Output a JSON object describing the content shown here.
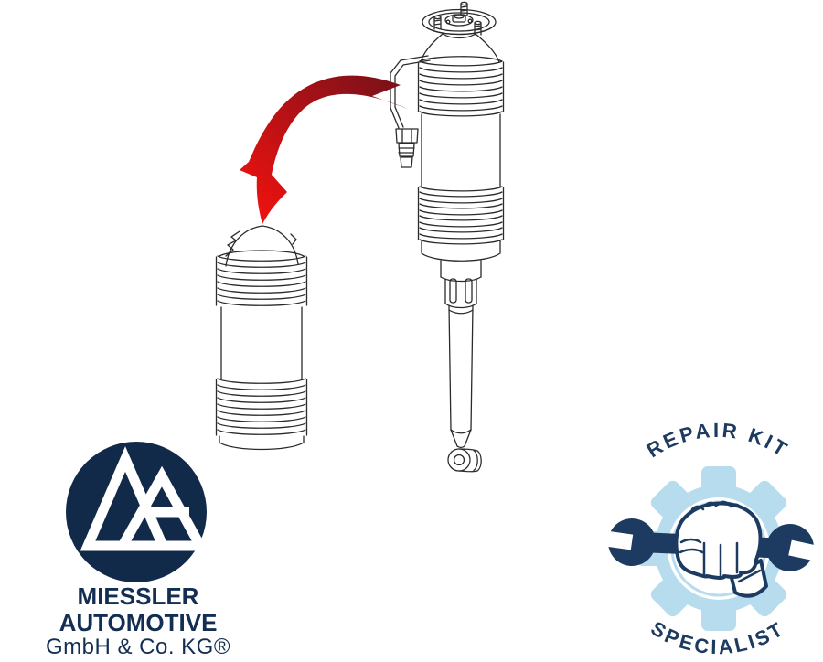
{
  "page": {
    "background": "#ffffff"
  },
  "logo": {
    "company_name": "MIESSLER AUTOMOTIVE",
    "company_suffix": "GmbH & Co. KG®",
    "circle_color": "#122a4a",
    "monogram_color": "#ffffff",
    "text_color": "#132e52"
  },
  "badge": {
    "top_label": "REPAIR KIT",
    "bottom_label": "SPECIALIST",
    "gear_color": "#b7dcee",
    "wrench_color": "#1d3b61",
    "text_color": "#1d3b61"
  },
  "diagram": {
    "alt": "Hydropneumatic suspension strut with replacement accumulator cylinder",
    "line_color": "#2b2b2b",
    "arrow": {
      "start_color": "#7a1118",
      "mid_color": "#ae1117",
      "end_color": "#ef120e"
    }
  }
}
